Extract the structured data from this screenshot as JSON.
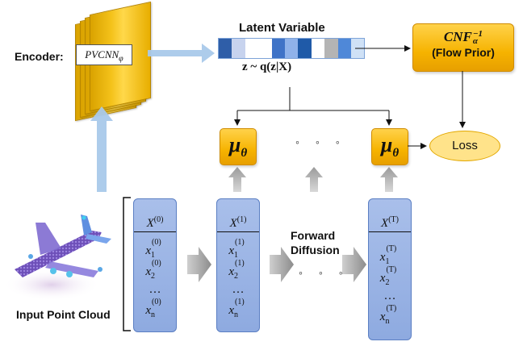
{
  "encoder": {
    "label": "Encoder:",
    "network": "PVCNN",
    "network_sub": "φ"
  },
  "latent": {
    "title": "Latent Variable",
    "formula": "z ~ q(z|X)",
    "cell_colors": [
      "#2f5ea8",
      "#c7d3ee",
      "#ffffff",
      "#ffffff",
      "#3f73c7",
      "#8fb2ea",
      "#1f5aa8",
      "#ffffff",
      "#b4b4b4",
      "#4f88d8",
      "#cfe1f6"
    ]
  },
  "prior": {
    "name": "CNF",
    "sub": "α",
    "sup": "−1",
    "caption": "(Flow Prior)"
  },
  "mu": {
    "symbol": "μ",
    "sub": "θ"
  },
  "dots": "◦ ◦ ◦",
  "loss": "Loss",
  "forward": {
    "line1": "Forward",
    "line2": "Diffusion"
  },
  "input": {
    "caption": "Input Point Cloud"
  },
  "columns": [
    {
      "header_sup": "(0)",
      "p1": "(0)",
      "p2": "(0)",
      "pn": "(0)"
    },
    {
      "header_sup": "(1)",
      "p1": "(1)",
      "p2": "(1)",
      "pn": "(1)"
    },
    {
      "header_sup": "(T)",
      "p1": "(T)",
      "p2": "(T)",
      "pn": "(T)"
    }
  ],
  "symbols": {
    "X": "X",
    "x": "x",
    "one": "1",
    "two": "2",
    "n": "n",
    "ellipsis": "…"
  }
}
